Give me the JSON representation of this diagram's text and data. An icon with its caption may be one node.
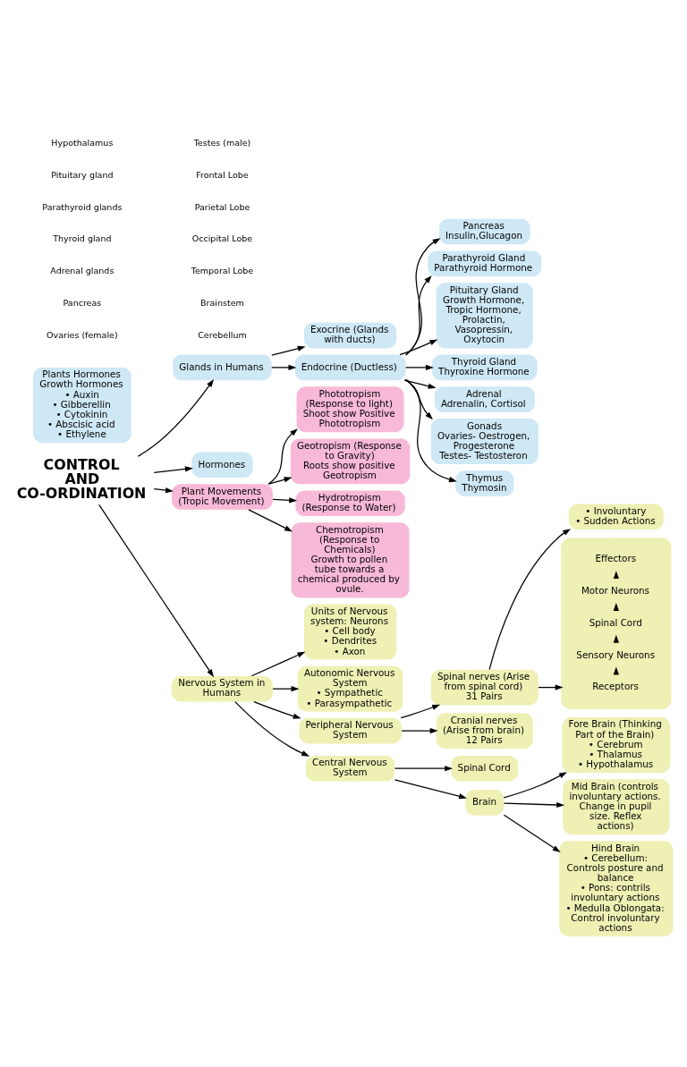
{
  "diagram": {
    "nodes": [
      {
        "text": [
          "CONTROL AND CO-ORDINATION"
        ]
      },
      {
        "text": [
          "Glands in Humans"
        ]
      },
      {
        "text": [
          "Hormones"
        ]
      },
      {
        "text": [
          "Plant Movements (Tropic Movement)"
        ]
      },
      {
        "text": [
          "Nervous System in Humans"
        ]
      },
      {
        "text": [
          "Exocrine (Glands with ducts)"
        ]
      },
      {
        "text": [
          "Endocrine (Ductless)"
        ]
      },
      {
        "text": [
          "Plants Hormones",
          "Growth Hormones",
          "• Auxin",
          "• Gibberellin",
          "• Cytokinin",
          "• Abscisic acid",
          "• Ethylene"
        ]
      },
      {
        "text": [
          "Pancreas",
          "Insulin,Glucagon"
        ]
      },
      {
        "text": [
          "Parathyroid Gland",
          "Parathyroid Hormone"
        ]
      },
      {
        "text": [
          "Pituitary Gland",
          "Growth Hormone, Tropic Hormone, Prolactin, Vasopressin, Oxytocin"
        ]
      },
      {
        "text": [
          "Thyroid Gland",
          "Thyroxine Hormone"
        ]
      },
      {
        "text": [
          "Adrenal",
          "Adrenalin, Cortisol"
        ]
      },
      {
        "text": [
          "Gonads",
          "Ovaries- Oestrogen, Progesterone",
          "Testes- Testosteron"
        ]
      },
      {
        "text": [
          "Thymus",
          "Thymosin"
        ]
      },
      {
        "text": [
          "Phototropism (Response to light)",
          "Shoot show Positive Phototropism"
        ]
      },
      {
        "text": [
          "Geotropism (Response to Gravity)",
          "Roots show positive Geotropism"
        ]
      },
      {
        "text": [
          "Hydrotropism (Response to Water)"
        ]
      },
      {
        "text": [
          "Chemotropism (Response to Chemicals)",
          "Growth to pollen tube towards a chemical produced by ovule."
        ]
      },
      {
        "text": [
          "Units of Nervous system: Neurons",
          "• Cell body",
          "• Dendrites",
          "• Axon"
        ]
      },
      {
        "text": [
          "Autonomic Nervous System",
          "• Sympathetic",
          "• Parasympathetic"
        ]
      },
      {
        "text": [
          "Peripheral Nervous System"
        ]
      },
      {
        "text": [
          "Central Nervous System"
        ]
      },
      {
        "text": [
          "Spinal Cord"
        ]
      },
      {
        "text": [
          "Brain"
        ]
      },
      {
        "text": [
          "Fore Brain (Thinking Part of the Brain)",
          "• Cerebrum",
          "• Thalamus",
          "• Hypothalamus"
        ]
      },
      {
        "text": [
          "Mid Brain (controls involuntary actions. Change in pupil size. Reflex actions)"
        ]
      },
      {
        "text": [
          "Hind Brain",
          "• Cerebellum: Controls posture and balance",
          "• Pons: contrils involuntary actions",
          "• Medulla Oblongata: Control involuntary actions"
        ]
      },
      {
        "text": [
          "Spinal nerves (Arise from spinal cord)",
          "31 Pairs"
        ]
      },
      {
        "text": [
          "Cranial nerves (Arise from brain)",
          "12 Pairs"
        ]
      },
      {
        "text": [
          "• Involuntary",
          "• Sudden Actions"
        ]
      },
      {
        "text": [],
        "shape": "bar"
      },
      {
        "text": [
          "Receptors"
        ],
        "in": 31
      },
      {
        "text": [
          "Sensory Neurons"
        ],
        "in": 31
      },
      {
        "text": [
          "Spinal Cord"
        ],
        "in": 31
      },
      {
        "text": [
          "Motor Neurons"
        ],
        "in": 31
      },
      {
        "text": [
          "Effectors"
        ],
        "in": 31
      }
    ],
    "edges": [
      {
        "from": 0,
        "to": 1,
        "arrow": "to"
      },
      {
        "from": 0,
        "to": 2,
        "arrow": "to"
      },
      {
        "from": 0,
        "to": 3,
        "arrow": "to"
      },
      {
        "from": 0,
        "to": 4,
        "arrow": "to"
      },
      {
        "from": 1,
        "to": 5,
        "arrow": "to"
      },
      {
        "from": 1,
        "to": 6,
        "arrow": "to"
      },
      {
        "from": 6,
        "to": 8,
        "arrow": "to"
      },
      {
        "from": 6,
        "to": 9,
        "arrow": "to"
      },
      {
        "from": 6,
        "to": 10,
        "arrow": "to"
      },
      {
        "from": 6,
        "to": 11,
        "arrow": "to"
      },
      {
        "from": 6,
        "to": 12,
        "arrow": "to"
      },
      {
        "from": 6,
        "to": 13,
        "arrow": "to"
      },
      {
        "from": 6,
        "to": 14,
        "arrow": "to"
      },
      {
        "from": 3,
        "to": 15,
        "arrow": "to"
      },
      {
        "from": 3,
        "to": 16,
        "arrow": "to"
      },
      {
        "from": 3,
        "to": 17,
        "arrow": "to"
      },
      {
        "from": 3,
        "to": 18,
        "arrow": "to"
      },
      {
        "from": 4,
        "to": 19,
        "arrow": "to"
      },
      {
        "from": 4,
        "to": 20,
        "arrow": "to"
      },
      {
        "from": 4,
        "to": 21,
        "arrow": "to"
      },
      {
        "from": 4,
        "to": 22,
        "arrow": "to"
      },
      {
        "from": 22,
        "to": 23,
        "arrow": "to"
      },
      {
        "from": 22,
        "to": 24,
        "arrow": "to"
      },
      {
        "from": 24,
        "to": 25,
        "arrow": "to"
      },
      {
        "from": 24,
        "to": 26,
        "arrow": "to"
      },
      {
        "from": 24,
        "to": 27,
        "arrow": "to"
      },
      {
        "from": 21,
        "to": 28,
        "arrow": "to"
      },
      {
        "from": 21,
        "to": 29,
        "arrow": "to"
      },
      {
        "from": 28,
        "to": 30,
        "arrow": "to"
      },
      {
        "from": 28,
        "to": 31,
        "arrow": "to"
      },
      {
        "from": 32,
        "to": 33,
        "arrow": "to"
      },
      {
        "from": 33,
        "to": 34,
        "arrow": "to"
      },
      {
        "from": 34,
        "to": 35,
        "arrow": "to"
      },
      {
        "from": 35,
        "to": 36,
        "arrow": "to"
      }
    ],
    "labels": [
      "Hypothalamus",
      "Pituitary gland",
      "Parathyroid glands",
      "Thyroid gland",
      "Adrenal glands",
      "Pancreas",
      "Ovaries (female)",
      "Testes (male)",
      "Frontal Lobe",
      "Parietal Lobe",
      "Occipital Lobe",
      "Temporal Lobe",
      "Brainstem",
      "Cerebellum"
    ]
  }
}
